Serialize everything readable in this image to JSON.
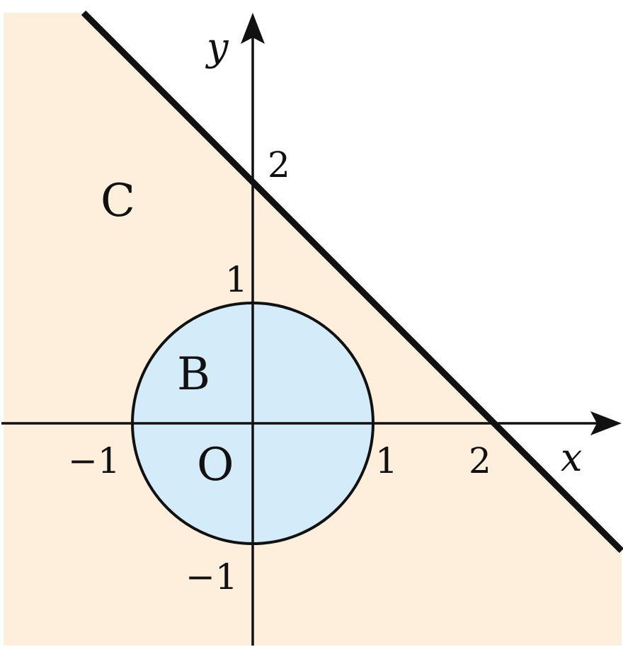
{
  "colors": {
    "region_c_fill": "#fdefdc",
    "disk_b_fill": "#d4ecfa",
    "stroke": "#111111",
    "background": "#ffffff"
  },
  "axes": {
    "x_label": "x",
    "y_label": "y",
    "x_ticks": [
      {
        "value": -1,
        "label": "−1"
      },
      {
        "value": 1,
        "label": "1"
      },
      {
        "value": 2,
        "label": "2"
      }
    ],
    "y_ticks": [
      {
        "value": 2,
        "label": "2"
      },
      {
        "value": 1,
        "label": "1"
      },
      {
        "value": -1,
        "label": "−1"
      }
    ],
    "origin_label": "O"
  },
  "regions": {
    "b_label": "B",
    "c_label": "C"
  },
  "shapes": {
    "disk": {
      "center": [
        0,
        0
      ],
      "radius": 1
    },
    "boundary_line": {
      "equation_points": [
        [
          0,
          2
        ],
        [
          2,
          0
        ]
      ]
    }
  }
}
